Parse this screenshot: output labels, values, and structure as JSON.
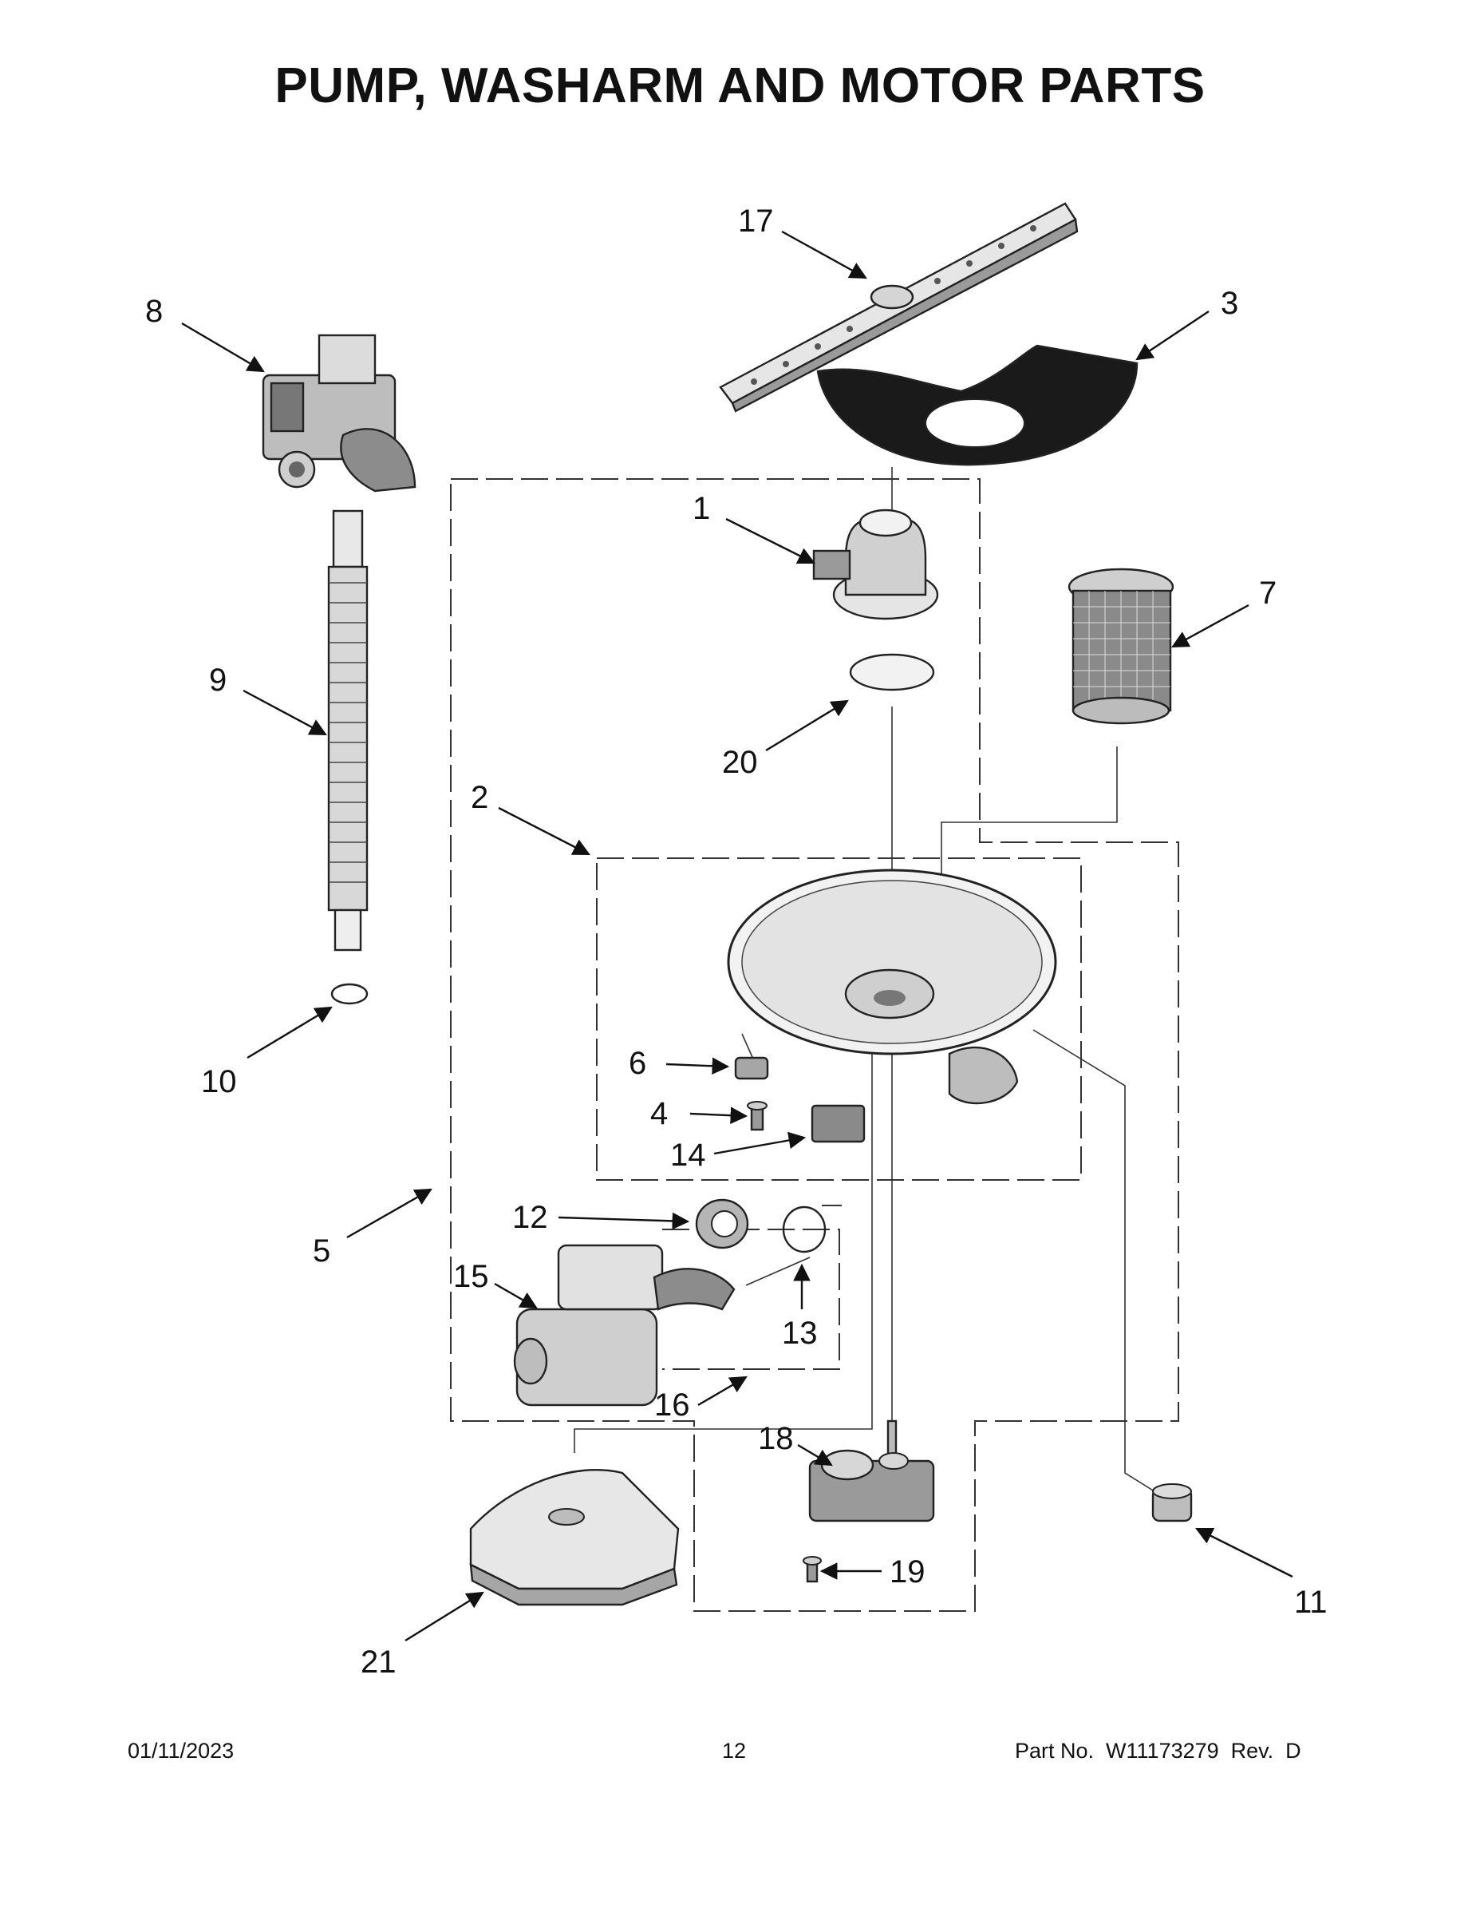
{
  "title": "PUMP, WASHARM AND MOTOR PARTS",
  "callouts": [
    "17",
    "3",
    "8",
    "1",
    "7",
    "9",
    "20",
    "2",
    "6",
    "4",
    "14",
    "10",
    "12",
    "5",
    "15",
    "13",
    "16",
    "18",
    "19",
    "11",
    "21"
  ],
  "footer": {
    "date": "01/11/2023",
    "page": "12",
    "part_number": "Part No.  W11173279  Rev.  D"
  }
}
